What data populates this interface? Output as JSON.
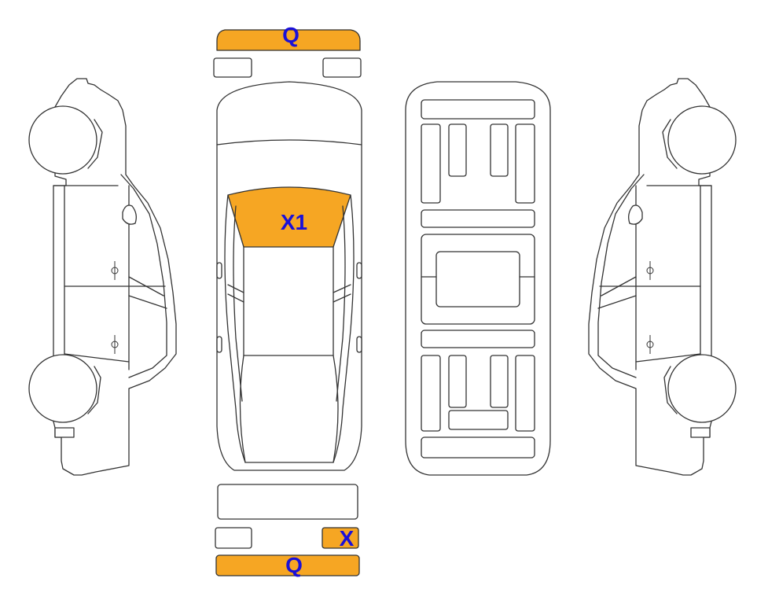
{
  "colors": {
    "damage_fill": "#f6a623",
    "label": "#1a10d8",
    "outline": "#333333",
    "background": "#ffffff"
  },
  "damage_marks": {
    "front_bumper": {
      "code": "Q",
      "highlighted": true
    },
    "windshield": {
      "code": "X1",
      "highlighted": true
    },
    "rear_right_part": {
      "code": "X",
      "highlighted": true
    },
    "rear_bumper": {
      "code": "Q",
      "highlighted": true
    }
  }
}
